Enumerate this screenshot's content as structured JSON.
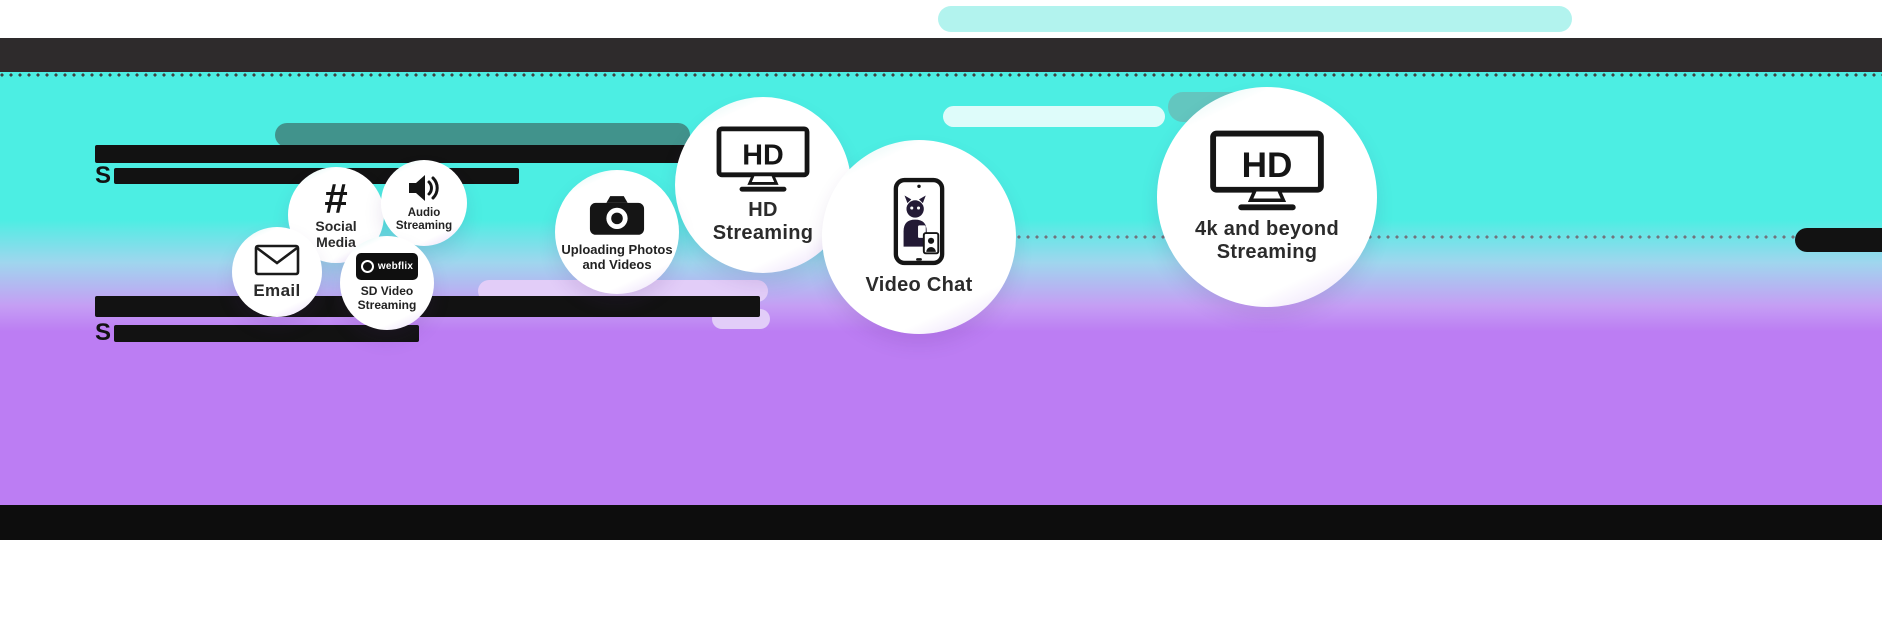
{
  "icons": {
    "hash_glyph": "#",
    "tv_label": "HD",
    "names": [
      "envelope-icon",
      "hash-icon",
      "speaker-icon",
      "webflix-badge-icon",
      "camera-icon",
      "tv-hd-icon",
      "smartphone-cat-icon",
      "tv-hd-icon"
    ]
  },
  "bubbles": {
    "email": {
      "label": "Email",
      "icon": "envelope-icon"
    },
    "social": {
      "label": "Social Media",
      "icon": "hash-icon"
    },
    "audio": {
      "label": "Audio Streaming",
      "icon": "speaker-icon"
    },
    "sd": {
      "label": "SD Video Streaming",
      "icon": "webflix-badge-icon",
      "badge": "webflix"
    },
    "upload": {
      "label": "Uploading Photos and Videos",
      "icon": "camera-icon"
    },
    "hd": {
      "label": "HD Streaming",
      "icon": "tv-hd-icon"
    },
    "video_chat": {
      "label": "Video Chat",
      "icon": "smartphone-cat-icon"
    },
    "uhd": {
      "label": "4k and beyond Streaming",
      "icon": "tv-hd-icon"
    }
  },
  "redacted_text": {
    "block1_visible_prefix": "S",
    "block2_visible_prefix": "S"
  },
  "colors": {
    "bg-top": "#ffffff",
    "header-bar": "#2e2b2c",
    "cyan": "#4ceee3",
    "purple": "#bc7df3",
    "teal-pill": "#41938c",
    "cyan-pill": "#b2f3ee",
    "lavender-pill": "#e2cdf8",
    "footer-bar": "#0d0d0d",
    "bar-black": "#121212"
  }
}
